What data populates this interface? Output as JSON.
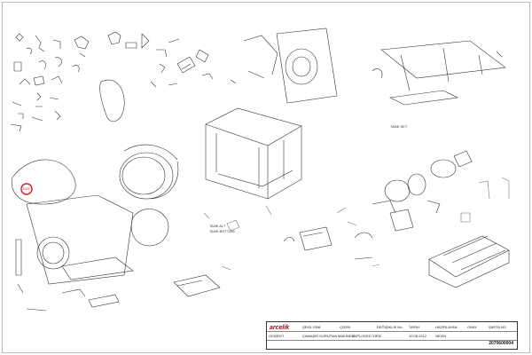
{
  "title_block": {
    "logo": "arcelik",
    "header_cells": [
      "ŞEKİL İSMİ",
      "ÇİZEN",
      "DEĞİŞİKLİK No",
      "TARİH",
      "HAZIRLAYAN",
      "ONAY",
      "ŞARTA NO"
    ],
    "value_cells": [
      "ODŞEKİT",
      "ÇAMAŞIR KURUTMA MAKİNESİ",
      "EXPLODED VIEW",
      "10.08.2012",
      "NEVİN",
      "",
      ""
    ],
    "doc_number": "2070600004"
  },
  "notes": {
    "tank_set": "TANK SET",
    "tank_alt": "TANK ALT",
    "tank_bottom": "TANK BOTTOM"
  },
  "highlight": {
    "color": "#e8141e",
    "label": "D25"
  },
  "colors": {
    "line": "#333333",
    "light": "#777777"
  }
}
